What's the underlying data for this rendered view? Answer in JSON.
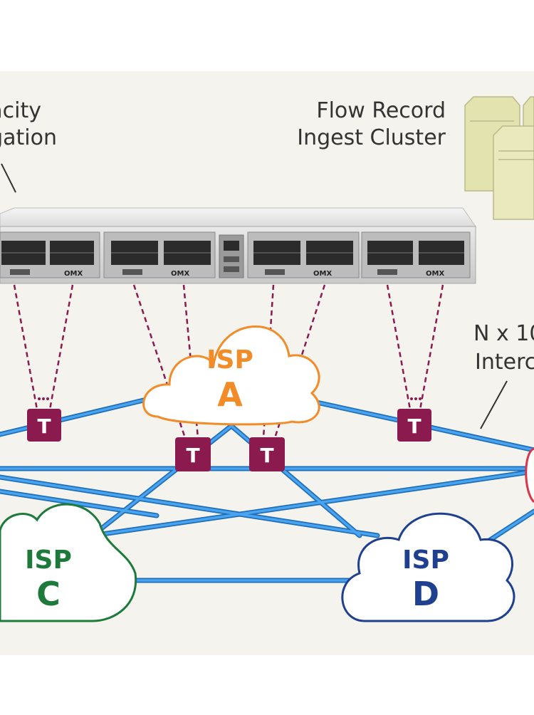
{
  "labels": {
    "capacity_line1": "acity",
    "capacity_line2": "gation",
    "ingest_line1": "Flow Record",
    "ingest_line2": "Ingest Cluster",
    "interconnect_line1": "N x 10",
    "interconnect_line2": "Interc"
  },
  "device": {
    "brand": "OMX"
  },
  "taps": [
    {
      "label": "T"
    },
    {
      "label": "T"
    },
    {
      "label": "T"
    },
    {
      "label": "T"
    }
  ],
  "clouds": {
    "isp_a": {
      "name": "ISP",
      "letter": "A",
      "color": "#f28c28"
    },
    "isp_c": {
      "name": "ISP",
      "letter": "C",
      "color": "#1e7a3a"
    },
    "isp_d": {
      "name": "ISP",
      "letter": "D",
      "color": "#1f3f8f"
    },
    "isp_b_edge_color": "#d9344a"
  },
  "colors": {
    "panel_bg": "#f4f3ee",
    "link": "#2e86d6",
    "tap": "#8b1a4f",
    "dash": "#8b1a4f",
    "server": "#e3e3b0",
    "text": "#333333"
  }
}
